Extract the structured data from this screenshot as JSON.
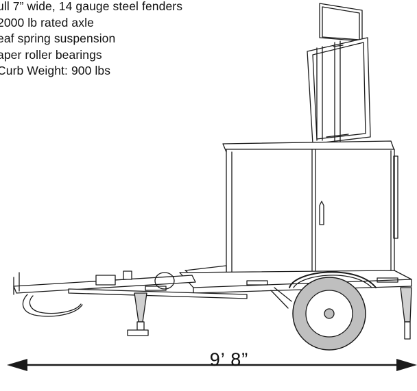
{
  "specs": {
    "lines": [
      "ull 7” wide, 14 gauge steel fenders",
      "2000 lb rated axle",
      "eaf spring suspension",
      "aper roller bearings",
      "Curb Weight: 900 lbs"
    ]
  },
  "dimension": {
    "length_label": "9’ 8”"
  },
  "colors": {
    "line": "#1a1a1a",
    "tire": "#bfbfbf",
    "background": "#ffffff"
  }
}
